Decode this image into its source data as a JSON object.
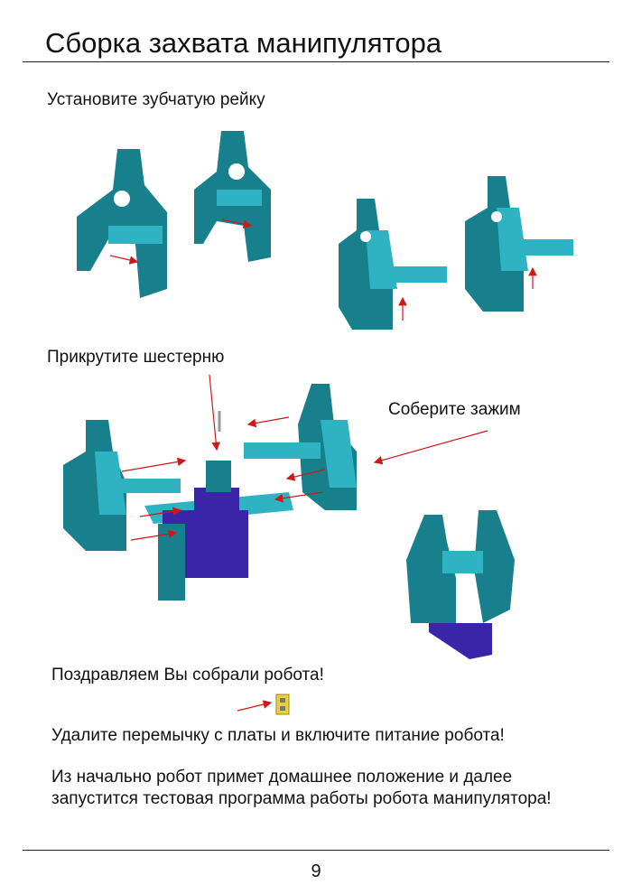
{
  "page": {
    "title": "Сборка захвата манипулятора",
    "steps": {
      "install_rack": "Установите зубчатую рейку",
      "screw_gear": "Прикрутите шестерню",
      "assemble_clamp": "Соберите зажим"
    },
    "congrats": "Поздравляем Вы собрали робота!",
    "remove_jumper": "Удалите перемычку с платы и включите питание робота!",
    "info_line1": "Из начально робот примет домашнее положение и далее",
    "info_line2": "запустится тестовая программа работы робота манипулятора!",
    "page_number": "9"
  },
  "colors": {
    "part_dark": "#17808c",
    "part_light": "#2fb3c2",
    "servo": "#3a25a8",
    "arrow": "#d01818",
    "jumper": "#e8d040"
  }
}
